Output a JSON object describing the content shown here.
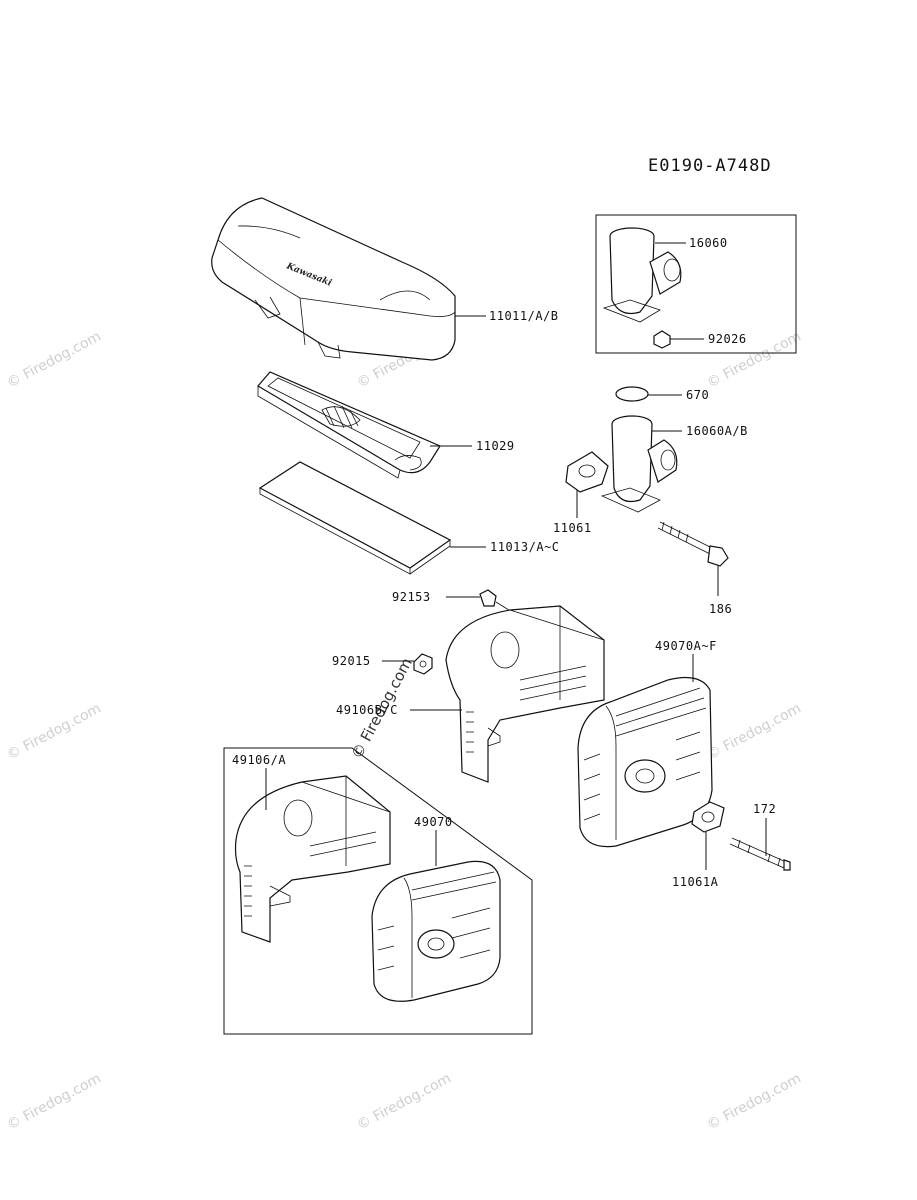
{
  "diagram_code": "E0190-A748D",
  "parts": {
    "air_cleaner_cover": "11011/A/B",
    "air_filter_element": "11029",
    "pre_filter": "11013/A~C",
    "pipe_16060": "16060",
    "plug_92026": "92026",
    "o_ring": "670",
    "pipe_16060ab": "16060A/B",
    "gasket_11061": "11061",
    "bolt_186": "186",
    "bolt_92153": "92153",
    "nut_92015": "92015",
    "muffler_cover_bc": "49106B/C",
    "muffler_49070af": "49070A~F",
    "muffler_cover_a": "49106/A",
    "muffler_49070": "49070",
    "stud_172": "172",
    "gasket_11061a": "11061A"
  },
  "cover_brand": "Kawasaki",
  "watermark": "Firedog.com",
  "watermark_symbol": "©",
  "colors": {
    "line": "#111111",
    "watermark": "#cfcfcf"
  }
}
